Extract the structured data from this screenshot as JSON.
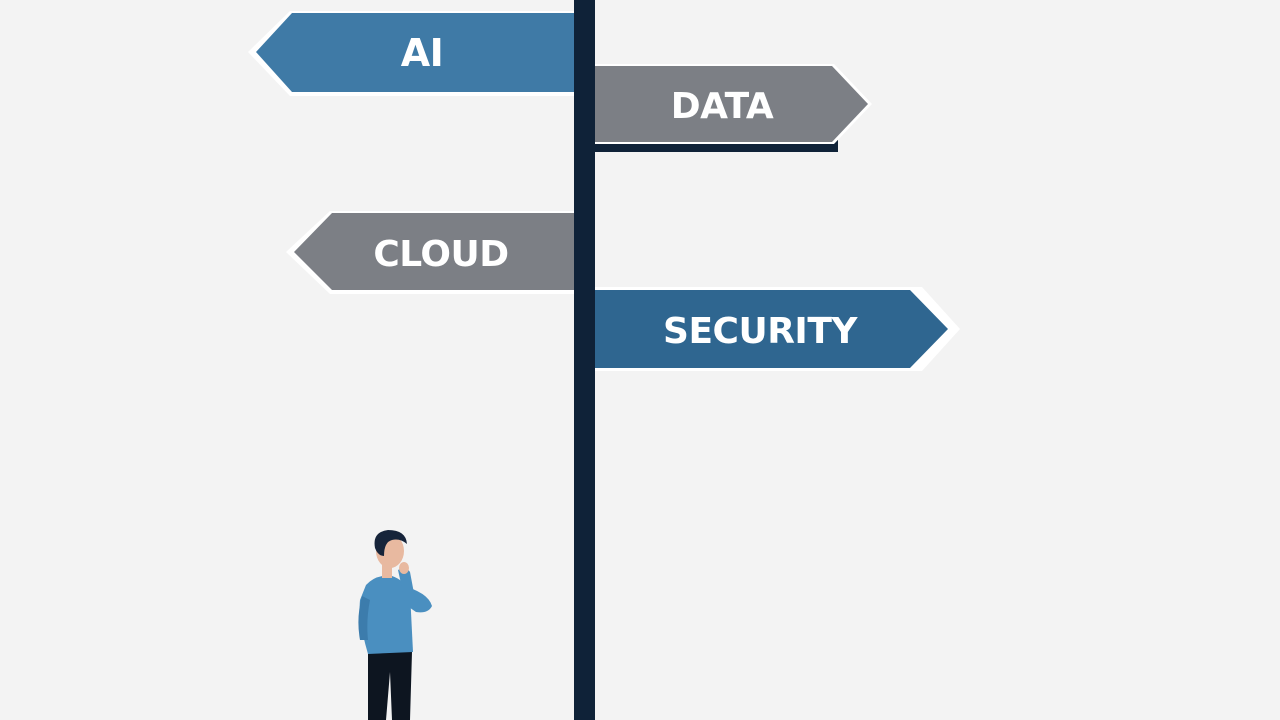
{
  "signs": {
    "ai": {
      "label": "AI",
      "direction": "left",
      "color": "#3f7aa6"
    },
    "data": {
      "label": "DATA",
      "direction": "right",
      "color": "#7c7f85"
    },
    "cloud": {
      "label": "CLOUD",
      "direction": "left",
      "color": "#7c7f85"
    },
    "security": {
      "label": "SECURITY",
      "direction": "right",
      "color": "#2f6690"
    }
  },
  "colors": {
    "background": "#f3f3f3",
    "post": "#0f2238",
    "shirt": "#4a8fc0",
    "trousers": "#0d1520",
    "hair": "#16243a"
  },
  "icons": {
    "person": "person-thinking-icon"
  }
}
